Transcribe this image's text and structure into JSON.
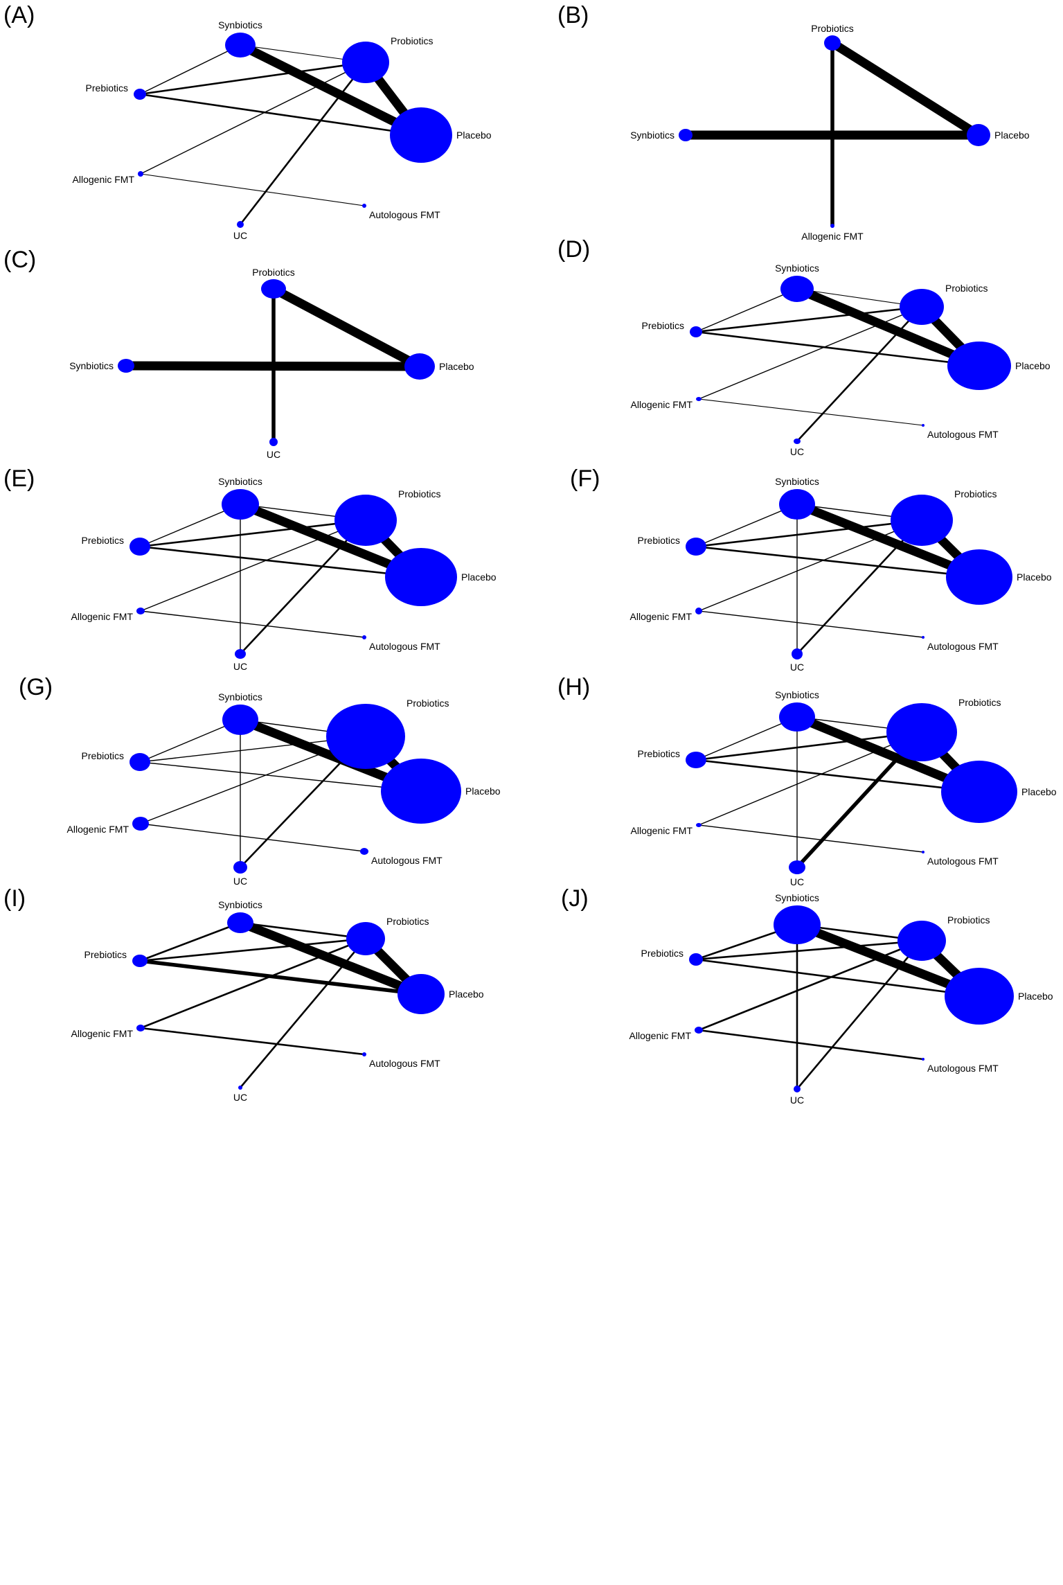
{
  "figure": {
    "panels": [
      {
        "letter": "(A)",
        "nodes": [
          {
            "id": "synbiotics",
            "label": "Synbiotics"
          },
          {
            "id": "probiotics",
            "label": "Probiotics"
          },
          {
            "id": "prebiotics",
            "label": "Prebiotics"
          },
          {
            "id": "placebo",
            "label": "Placebo"
          },
          {
            "id": "allogenic",
            "label": "Allogenic FMT"
          },
          {
            "id": "autologous",
            "label": "Autologous FMT"
          },
          {
            "id": "uc",
            "label": "UC"
          }
        ],
        "edges": [
          {
            "source": "synbiotics",
            "target": "placebo",
            "weight": "thick"
          },
          {
            "source": "probiotics",
            "target": "placebo",
            "weight": "thick"
          },
          {
            "source": "synbiotics",
            "target": "probiotics",
            "weight": "faint"
          },
          {
            "source": "synbiotics",
            "target": "prebiotics",
            "weight": "thin"
          },
          {
            "source": "prebiotics",
            "target": "probiotics",
            "weight": "medium"
          },
          {
            "source": "prebiotics",
            "target": "placebo",
            "weight": "medium"
          },
          {
            "source": "allogenic",
            "target": "probiotics",
            "weight": "thin"
          },
          {
            "source": "allogenic",
            "target": "autologous",
            "weight": "faint"
          },
          {
            "source": "uc",
            "target": "probiotics",
            "weight": "medium"
          }
        ]
      },
      {
        "letter": "(B)",
        "nodes": [
          {
            "id": "probiotics",
            "label": "Probiotics"
          },
          {
            "id": "synbiotics",
            "label": "Synbiotics"
          },
          {
            "id": "placebo",
            "label": "Placebo"
          },
          {
            "id": "allogenic",
            "label": "Allogenic FMT"
          }
        ],
        "edges": [
          {
            "source": "probiotics",
            "target": "placebo",
            "weight": "thick"
          },
          {
            "source": "synbiotics",
            "target": "placebo",
            "weight": "thick"
          },
          {
            "source": "probiotics",
            "target": "allogenic",
            "weight": "bold"
          }
        ]
      },
      {
        "letter": "(C)",
        "nodes": [
          {
            "id": "probiotics",
            "label": "Probiotics"
          },
          {
            "id": "synbiotics",
            "label": "Synbiotics"
          },
          {
            "id": "placebo",
            "label": "Placebo"
          },
          {
            "id": "uc",
            "label": "UC"
          }
        ],
        "edges": [
          {
            "source": "probiotics",
            "target": "placebo",
            "weight": "thick"
          },
          {
            "source": "synbiotics",
            "target": "placebo",
            "weight": "thick"
          },
          {
            "source": "probiotics",
            "target": "uc",
            "weight": "bold"
          }
        ]
      },
      {
        "letter": "(D)",
        "nodes": [
          {
            "id": "synbiotics",
            "label": "Synbiotics"
          },
          {
            "id": "probiotics",
            "label": "Probiotics"
          },
          {
            "id": "prebiotics",
            "label": "Prebiotics"
          },
          {
            "id": "placebo",
            "label": "Placebo"
          },
          {
            "id": "allogenic",
            "label": "Allogenic FMT"
          },
          {
            "id": "autologous",
            "label": "Autologous FMT"
          },
          {
            "id": "uc",
            "label": "UC"
          }
        ],
        "edges": [
          {
            "source": "synbiotics",
            "target": "placebo",
            "weight": "thick"
          },
          {
            "source": "probiotics",
            "target": "placebo",
            "weight": "thick"
          },
          {
            "source": "synbiotics",
            "target": "probiotics",
            "weight": "faint"
          },
          {
            "source": "synbiotics",
            "target": "prebiotics",
            "weight": "thin"
          },
          {
            "source": "prebiotics",
            "target": "probiotics",
            "weight": "medium"
          },
          {
            "source": "prebiotics",
            "target": "placebo",
            "weight": "medium"
          },
          {
            "source": "allogenic",
            "target": "probiotics",
            "weight": "thin"
          },
          {
            "source": "allogenic",
            "target": "autologous",
            "weight": "faint"
          },
          {
            "source": "uc",
            "target": "probiotics",
            "weight": "medium"
          }
        ]
      },
      {
        "letter": "(E)",
        "nodes": [
          {
            "id": "synbiotics",
            "label": "Synbiotics"
          },
          {
            "id": "probiotics",
            "label": "Probiotics"
          },
          {
            "id": "prebiotics",
            "label": "Prebiotics"
          },
          {
            "id": "placebo",
            "label": "Placebo"
          },
          {
            "id": "allogenic",
            "label": "Allogenic FMT"
          },
          {
            "id": "autologous",
            "label": "Autologous FMT"
          },
          {
            "id": "uc",
            "label": "UC"
          }
        ],
        "edges": [
          {
            "source": "synbiotics",
            "target": "placebo",
            "weight": "thick"
          },
          {
            "source": "probiotics",
            "target": "placebo",
            "weight": "thick"
          },
          {
            "source": "synbiotics",
            "target": "probiotics",
            "weight": "thin"
          },
          {
            "source": "synbiotics",
            "target": "prebiotics",
            "weight": "thin"
          },
          {
            "source": "synbiotics",
            "target": "uc",
            "weight": "thin"
          },
          {
            "source": "prebiotics",
            "target": "probiotics",
            "weight": "medium"
          },
          {
            "source": "prebiotics",
            "target": "placebo",
            "weight": "medium"
          },
          {
            "source": "allogenic",
            "target": "probiotics",
            "weight": "thin"
          },
          {
            "source": "allogenic",
            "target": "autologous",
            "weight": "thin"
          },
          {
            "source": "uc",
            "target": "probiotics",
            "weight": "medium"
          }
        ]
      },
      {
        "letter": "(F)",
        "nodes": [
          {
            "id": "synbiotics",
            "label": "Synbiotics"
          },
          {
            "id": "probiotics",
            "label": "Probiotics"
          },
          {
            "id": "prebiotics",
            "label": "Prebiotics"
          },
          {
            "id": "placebo",
            "label": "Placebo"
          },
          {
            "id": "allogenic",
            "label": "Allogenic FMT"
          },
          {
            "id": "autologous",
            "label": "Autologous FMT"
          },
          {
            "id": "uc",
            "label": "UC"
          }
        ],
        "edges": [
          {
            "source": "synbiotics",
            "target": "placebo",
            "weight": "thick"
          },
          {
            "source": "probiotics",
            "target": "placebo",
            "weight": "thick"
          },
          {
            "source": "synbiotics",
            "target": "probiotics",
            "weight": "thin"
          },
          {
            "source": "synbiotics",
            "target": "prebiotics",
            "weight": "thin"
          },
          {
            "source": "synbiotics",
            "target": "uc",
            "weight": "thin"
          },
          {
            "source": "prebiotics",
            "target": "probiotics",
            "weight": "medium"
          },
          {
            "source": "prebiotics",
            "target": "placebo",
            "weight": "medium"
          },
          {
            "source": "allogenic",
            "target": "probiotics",
            "weight": "thin"
          },
          {
            "source": "allogenic",
            "target": "autologous",
            "weight": "thin"
          },
          {
            "source": "uc",
            "target": "probiotics",
            "weight": "medium"
          }
        ]
      },
      {
        "letter": "(G)",
        "nodes": [
          {
            "id": "synbiotics",
            "label": "Synbiotics"
          },
          {
            "id": "probiotics",
            "label": "Probiotics"
          },
          {
            "id": "prebiotics",
            "label": "Prebiotics"
          },
          {
            "id": "placebo",
            "label": "Placebo"
          },
          {
            "id": "allogenic",
            "label": "Allogenic FMT"
          },
          {
            "id": "autologous",
            "label": "Autologous FMT"
          },
          {
            "id": "uc",
            "label": "UC"
          }
        ],
        "edges": [
          {
            "source": "synbiotics",
            "target": "placebo",
            "weight": "thick"
          },
          {
            "source": "probiotics",
            "target": "placebo",
            "weight": "thick"
          },
          {
            "source": "synbiotics",
            "target": "probiotics",
            "weight": "thin"
          },
          {
            "source": "synbiotics",
            "target": "prebiotics",
            "weight": "thin"
          },
          {
            "source": "synbiotics",
            "target": "uc",
            "weight": "thin"
          },
          {
            "source": "prebiotics",
            "target": "probiotics",
            "weight": "thin"
          },
          {
            "source": "prebiotics",
            "target": "placebo",
            "weight": "thin"
          },
          {
            "source": "allogenic",
            "target": "probiotics",
            "weight": "thin"
          },
          {
            "source": "allogenic",
            "target": "autologous",
            "weight": "thin"
          },
          {
            "source": "uc",
            "target": "probiotics",
            "weight": "medium"
          }
        ]
      },
      {
        "letter": "(H)",
        "nodes": [
          {
            "id": "synbiotics",
            "label": "Synbiotics"
          },
          {
            "id": "probiotics",
            "label": "Probiotics"
          },
          {
            "id": "prebiotics",
            "label": "Prebiotics"
          },
          {
            "id": "placebo",
            "label": "Placebo"
          },
          {
            "id": "allogenic",
            "label": "Allogenic FMT"
          },
          {
            "id": "autologous",
            "label": "Autologous FMT"
          },
          {
            "id": "uc",
            "label": "UC"
          }
        ],
        "edges": [
          {
            "source": "synbiotics",
            "target": "placebo",
            "weight": "thick"
          },
          {
            "source": "probiotics",
            "target": "placebo",
            "weight": "thick"
          },
          {
            "source": "synbiotics",
            "target": "probiotics",
            "weight": "thin"
          },
          {
            "source": "synbiotics",
            "target": "prebiotics",
            "weight": "thin"
          },
          {
            "source": "synbiotics",
            "target": "uc",
            "weight": "thin"
          },
          {
            "source": "prebiotics",
            "target": "probiotics",
            "weight": "medium"
          },
          {
            "source": "prebiotics",
            "target": "placebo",
            "weight": "medium"
          },
          {
            "source": "allogenic",
            "target": "probiotics",
            "weight": "thin"
          },
          {
            "source": "allogenic",
            "target": "autologous",
            "weight": "thin"
          },
          {
            "source": "uc",
            "target": "probiotics",
            "weight": "bold"
          }
        ]
      },
      {
        "letter": "(I)",
        "nodes": [
          {
            "id": "synbiotics",
            "label": "Synbiotics"
          },
          {
            "id": "probiotics",
            "label": "Probiotics"
          },
          {
            "id": "prebiotics",
            "label": "Prebiotics"
          },
          {
            "id": "placebo",
            "label": "Placebo"
          },
          {
            "id": "allogenic",
            "label": "Allogenic FMT"
          },
          {
            "id": "autologous",
            "label": "Autologous FMT"
          },
          {
            "id": "uc",
            "label": "UC"
          }
        ],
        "edges": [
          {
            "source": "synbiotics",
            "target": "placebo",
            "weight": "thick"
          },
          {
            "source": "probiotics",
            "target": "placebo",
            "weight": "thick"
          },
          {
            "source": "synbiotics",
            "target": "probiotics",
            "weight": "medium"
          },
          {
            "source": "synbiotics",
            "target": "prebiotics",
            "weight": "medium"
          },
          {
            "source": "prebiotics",
            "target": "probiotics",
            "weight": "medium"
          },
          {
            "source": "prebiotics",
            "target": "placebo",
            "weight": "bold"
          },
          {
            "source": "allogenic",
            "target": "probiotics",
            "weight": "medium"
          },
          {
            "source": "allogenic",
            "target": "autologous",
            "weight": "medium"
          },
          {
            "source": "uc",
            "target": "probiotics",
            "weight": "medium"
          }
        ]
      },
      {
        "letter": "(J)",
        "nodes": [
          {
            "id": "synbiotics",
            "label": "Synbiotics"
          },
          {
            "id": "probiotics",
            "label": "Probiotics"
          },
          {
            "id": "prebiotics",
            "label": "Prebiotics"
          },
          {
            "id": "placebo",
            "label": "Placebo"
          },
          {
            "id": "allogenic",
            "label": "Allogenic FMT"
          },
          {
            "id": "autologous",
            "label": "Autologous FMT"
          },
          {
            "id": "uc",
            "label": "UC"
          }
        ],
        "edges": [
          {
            "source": "synbiotics",
            "target": "placebo",
            "weight": "thick"
          },
          {
            "source": "probiotics",
            "target": "placebo",
            "weight": "thick"
          },
          {
            "source": "synbiotics",
            "target": "probiotics",
            "weight": "medium"
          },
          {
            "source": "synbiotics",
            "target": "prebiotics",
            "weight": "medium"
          },
          {
            "source": "synbiotics",
            "target": "uc",
            "weight": "medium"
          },
          {
            "source": "prebiotics",
            "target": "probiotics",
            "weight": "medium"
          },
          {
            "source": "prebiotics",
            "target": "placebo",
            "weight": "medium"
          },
          {
            "source": "allogenic",
            "target": "probiotics",
            "weight": "medium"
          },
          {
            "source": "allogenic",
            "target": "autologous",
            "weight": "medium"
          },
          {
            "source": "uc",
            "target": "probiotics",
            "weight": "medium"
          }
        ]
      }
    ]
  },
  "colors": {
    "node_fill": "#0000ff",
    "edge": "#000000",
    "background": "#ffffff"
  }
}
